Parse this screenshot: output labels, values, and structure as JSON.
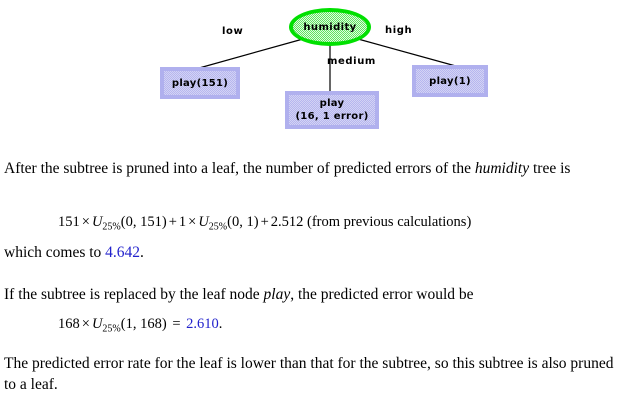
{
  "figure": {
    "type": "decision-tree",
    "root": {
      "id": "humidity",
      "label": "humidity",
      "shape": "ellipse",
      "border_color": "#00e000",
      "fill_color": "#ddffdd"
    },
    "edges": [
      {
        "label": "low",
        "from": "humidity",
        "to": "play-151"
      },
      {
        "label": "medium",
        "from": "humidity",
        "to": "play-16"
      },
      {
        "label": "high",
        "from": "humidity",
        "to": "play-1"
      }
    ],
    "leaves": [
      {
        "id": "play-151",
        "line1": "play(151)",
        "line2": ""
      },
      {
        "id": "play-16",
        "line1": "play",
        "line2": "(16, 1 error)"
      },
      {
        "id": "play-1",
        "line1": "play(1)",
        "line2": ""
      }
    ],
    "leaf_border_color": "#b0b0ee",
    "leaf_fill_color": "#d3d3f4"
  },
  "prose": {
    "p1_before_em": "After the subtree is pruned into a leaf, the number of predicted errors of the ",
    "p1_em": "humidity",
    "p1_after_em": " tree is",
    "equation1": {
      "coeff1": "151",
      "times1": "×",
      "u1": "U",
      "u1_sub": "25%",
      "u1_args": "(0, 151)",
      "plus1": "+",
      "coeff2": "1",
      "times2": "×",
      "u2": "U",
      "u2_sub": "25%",
      "u2_args": "(0, 1)",
      "plus2": "+",
      "constant": "2.512",
      "note": "(from previous calculations)"
    },
    "which_comes_to_label": "which comes to ",
    "which_comes_to_value": "4.642",
    "which_comes_to_period": ".",
    "p2_before_em": "If the subtree is replaced by the leaf node ",
    "p2_em": "play",
    "p2_after_em": ", the predicted error would be",
    "equation2": {
      "coeff": "168",
      "times": "×",
      "u": "U",
      "u_sub": "25%",
      "u_args": "(1, 168)",
      "equals": "=",
      "result": "2.610",
      "period": "."
    },
    "p3": "The predicted error rate for the leaf is lower than that for the subtree, so this subtree is also pruned to a leaf."
  },
  "colors": {
    "answer_blue": "#2222cc",
    "tree_green": "#00e000",
    "leaf_purple": "#b0b0ee",
    "text_black": "#000000",
    "background": "#ffffff"
  }
}
